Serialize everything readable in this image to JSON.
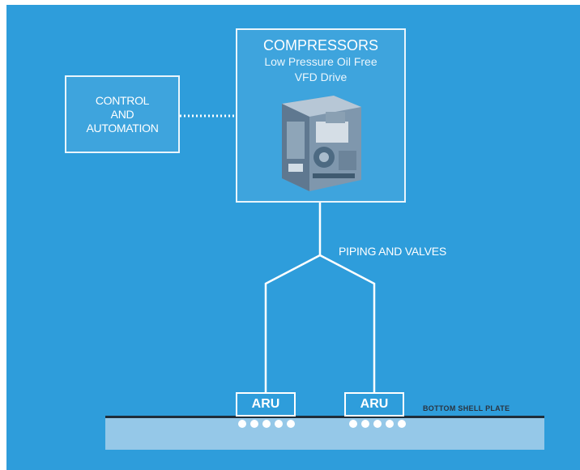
{
  "control": {
    "lines": [
      "CONTROL",
      "AND",
      "AUTOMATION"
    ]
  },
  "compressors": {
    "title": "COMPRESSORS",
    "subtitle_line1": "Low Pressure Oil Free",
    "subtitle_line2": "VFD Drive"
  },
  "piping": {
    "label": "PIPING AND VALVES"
  },
  "arus": [
    {
      "label": "ARU"
    },
    {
      "label": "ARU"
    }
  ],
  "plate": {
    "label": "BOTTOM SHELL PLATE"
  },
  "nozzles_per_aru": 5,
  "colors": {
    "background": "#2e9ddb",
    "plate": "#95c8e8",
    "line": "#ffffff"
  }
}
